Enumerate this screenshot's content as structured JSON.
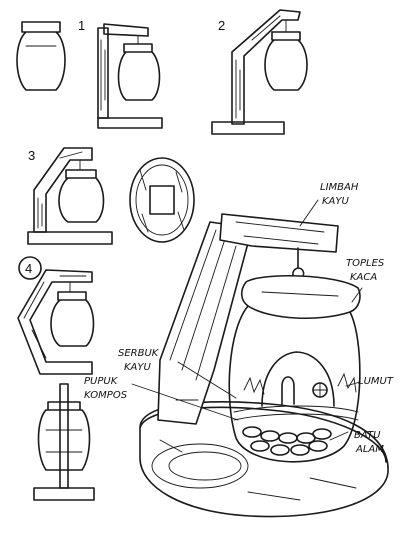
{
  "diagram": {
    "step_numbers": [
      "1",
      "2",
      "3",
      "4"
    ],
    "labels": {
      "limbah_kayu_1": "LIMBAH",
      "limbah_kayu_2": "KAYU",
      "toples_kaca_1": "TOPLES",
      "toples_kaca_2": "KACA",
      "serbuk_kayu_1": "SERBUK",
      "serbuk_kayu_2": "KAYU",
      "pupuk_kompos_1": "PUPUK",
      "pupuk_kompos_2": "KOMPOS",
      "lumut": "LUMUT",
      "batu_alam_1": "BATU",
      "batu_alam_2": "ALAM"
    }
  }
}
